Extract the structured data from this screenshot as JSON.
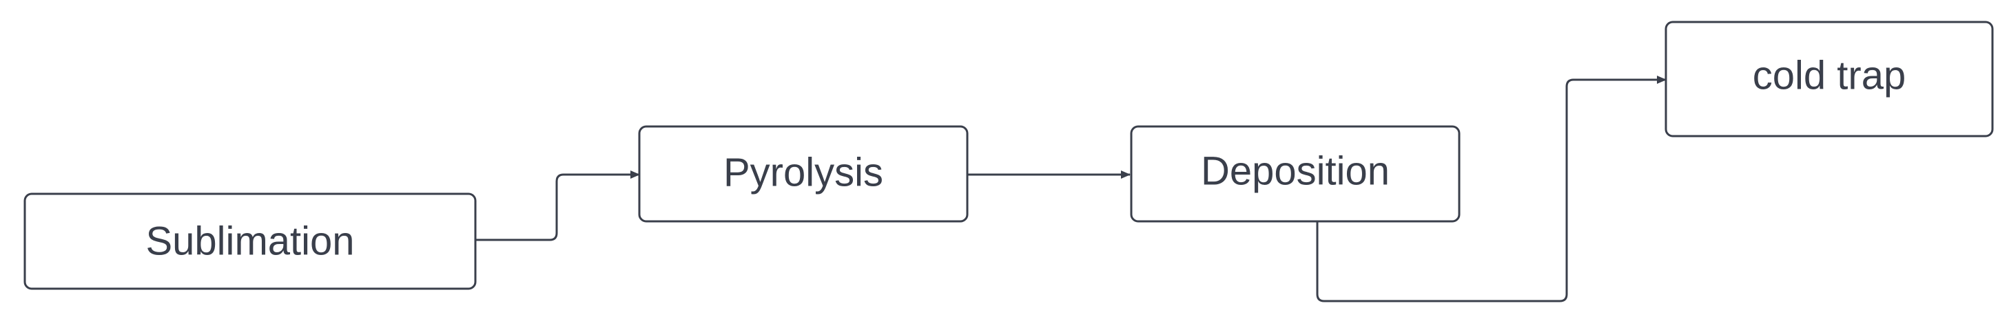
{
  "diagram": {
    "nodes": {
      "sublimation": {
        "label": "Sublimation"
      },
      "pyrolysis": {
        "label": "Pyrolysis"
      },
      "deposition": {
        "label": "Deposition"
      },
      "cold_trap": {
        "label": "cold trap"
      }
    },
    "edges": [
      {
        "from": "Sublimation",
        "to": "Pyrolysis"
      },
      {
        "from": "Pyrolysis",
        "to": "Deposition"
      },
      {
        "from": "Deposition",
        "to": "cold trap"
      }
    ],
    "colors": {
      "stroke": "#3a3f4b",
      "text": "#3a3f4b",
      "fill": "#ffffff"
    }
  }
}
